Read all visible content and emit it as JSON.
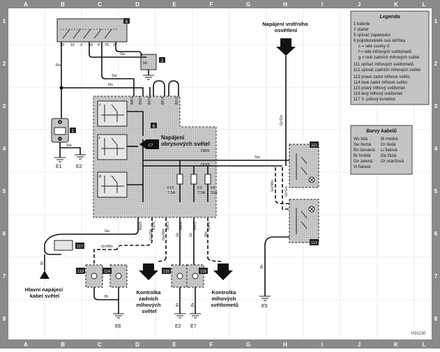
{
  "frame": {
    "columns": [
      "A",
      "B",
      "C",
      "D",
      "E",
      "F",
      "G",
      "H",
      "I",
      "J",
      "K",
      "L"
    ],
    "rows": [
      "1",
      "2",
      "3",
      "4",
      "5",
      "6",
      "7",
      "8"
    ]
  },
  "legend": {
    "title": "Legenda",
    "items": [
      "1 baterie",
      "2 startér",
      "5 spínač zapalování",
      "6 pojistkovárelé ová skříňka",
      "c = relé svorky X",
      "f = relé mlhových světlometů",
      "g = relé zadních mlhových světel",
      "111 spínač mlhových světlometů",
      "112 spínač zadních mlhových světel",
      "113 pravé zadní mlhové světlo",
      "114 levé zadní mlhové světlo",
      "115 pravý mlhový světlomet",
      "116 levý mlhový světlomet",
      "117 3- pólový konektor"
    ]
  },
  "colors_box": {
    "title": "Barvy kabelů",
    "items": [
      [
        "Ws bílá",
        "Bl modrá"
      ],
      [
        "Sw černá",
        "Gr šedá"
      ],
      [
        "Ro červená",
        "Li fialová"
      ],
      [
        "Br hnědá",
        "Ge žlutá"
      ],
      [
        "Gn zelená",
        "Or oranžová"
      ],
      [
        "Vi fialová",
        ""
      ]
    ]
  },
  "annotations": {
    "interior_power": "Napájení vnitřního osvětlení",
    "parking_lights": "Napájení obrysových světel",
    "main_cable": "Hlavní napájecí kabel světel",
    "rear_fog_indicator": "Kontrolka zadních mlhových světel",
    "fog_lamp_indicator": "Kontrolka mlhových světlometů"
  },
  "components": {
    "c5": "5",
    "c2": "2",
    "c6": "6",
    "c1": "1",
    "c111": "111",
    "c112": "112",
    "c113": "113",
    "c114": "114",
    "c115": "115",
    "c116": "116",
    "c117": "117",
    "xC7": "C7"
  },
  "grounds": {
    "e1": "E1",
    "e2a": "E2",
    "e6": "E6",
    "e2b": "E2",
    "e7": "E7",
    "e5": "E5"
  },
  "wire_labels": {
    "ro": "Ro",
    "ge1": "Ge",
    "sw1": "Sw",
    "rn": "Rn",
    "sw_bat": "Sw",
    "gr_gn": "Gr/Gn",
    "sw2": "Sw",
    "gn_ws_r": "Gn/Ws",
    "gr_gn2": "Gr/Gn",
    "br_r": "Br",
    "ge2": "Ge",
    "bl": "Bl",
    "gn_ws_l": "Gn/Ws",
    "br1": "Br",
    "br2": "Br",
    "br3": "Br",
    "br4": "Br",
    "bottom_bd": [
      "BD/5",
      "BD/6",
      "BA/3",
      "BA/4",
      "BA/5",
      "BA/6"
    ],
    "bottom_wires": [
      "Gn/Ws",
      "Gn/Ws",
      "Gr",
      "Gr",
      "Ws"
    ],
    "db9": "DB/9",
    "dd9": "DD/9",
    "top_x": [
      "BA/1",
      "BD/7",
      "BF/9",
      "BF/4",
      "BF/2"
    ],
    "term5": [
      "30",
      "15",
      "X",
      "50",
      "P",
      "75",
      "17"
    ]
  },
  "fuses": {
    "f12": "F12",
    "f12a": "7,5A",
    "f3": "F3",
    "f3a": "7,5A",
    "f6": "F6",
    "f6a": "10A"
  },
  "credit": "H31130"
}
